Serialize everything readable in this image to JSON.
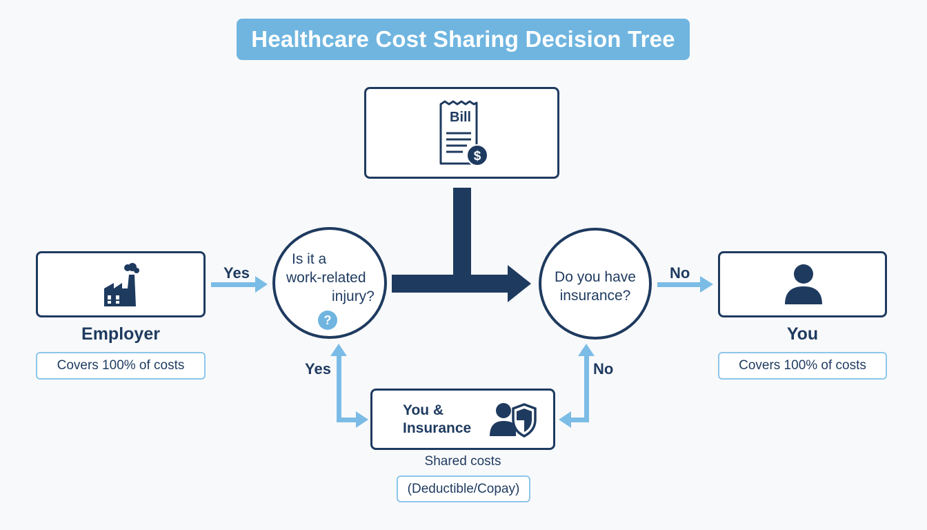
{
  "title": "Healthcare Cost Sharing Decision Tree",
  "bill": {
    "label": "Bill"
  },
  "q1": {
    "line1": "Is it a",
    "line2": "work-related",
    "line3": "injury?"
  },
  "q2": {
    "line1": "Do you have",
    "line2": "insurance?"
  },
  "employer": {
    "name": "Employer",
    "note": "Covers 100% of costs"
  },
  "you": {
    "name": "You",
    "note": "Covers 100% of costs"
  },
  "shared": {
    "line1": "You &",
    "line2": "Insurance",
    "caption": "Shared costs",
    "note": "(Deductible/Copay)"
  },
  "edges": {
    "yes_employer": "Yes",
    "no_you": "No",
    "yes_shared": "Yes",
    "no_shared": "No"
  },
  "colors": {
    "navy": "#1e3a5f",
    "light_blue": "#6fb5e0",
    "arrow_blue": "#7bbce6",
    "pill_border": "#8cc6ea"
  },
  "icons": [
    "receipt-icon",
    "dollar-icon",
    "factory-icon",
    "person-icon",
    "question-icon",
    "person-shield-icon"
  ]
}
